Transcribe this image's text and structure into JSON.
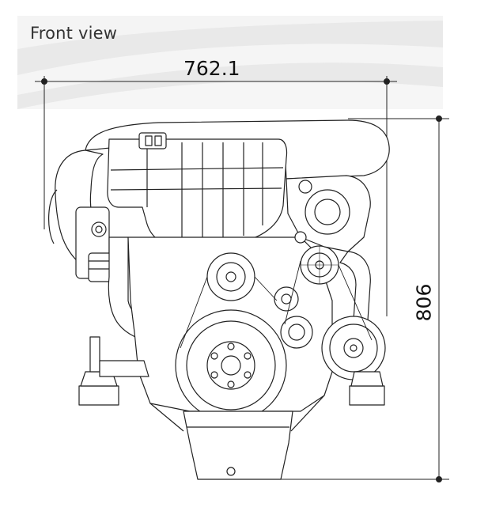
{
  "header": {
    "title": "Front view"
  },
  "dimensions": {
    "width_label": "762.1",
    "height_label": "806"
  },
  "colors": {
    "band": "#e9e9e9",
    "band_light": "#f3f3f3",
    "line": "#222222"
  }
}
